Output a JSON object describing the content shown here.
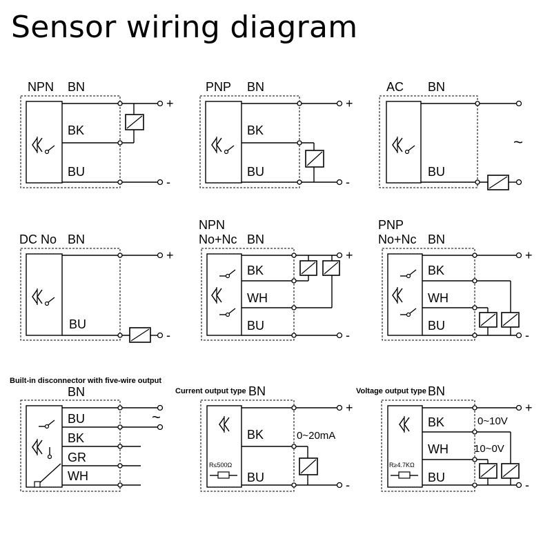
{
  "title": "Sensor wiring diagram",
  "diagrams": {
    "npn": {
      "type": "NPN",
      "wires": [
        "BN",
        "BK",
        "BU"
      ],
      "terminals": [
        "+",
        "-"
      ]
    },
    "pnp": {
      "type": "PNP",
      "wires": [
        "BN",
        "BK",
        "BU"
      ],
      "terminals": [
        "+",
        "-"
      ]
    },
    "ac": {
      "type": "AC",
      "wires": [
        "BN",
        "BU"
      ],
      "supply": "~"
    },
    "dcno": {
      "type": "DC No",
      "wires": [
        "BN",
        "BU"
      ],
      "terminals": [
        "+",
        "-"
      ]
    },
    "npn_nonc": {
      "type_line1": "NPN",
      "type_line2": "No+Nc",
      "wires": [
        "BN",
        "BK",
        "WH",
        "BU"
      ],
      "terminals": [
        "+",
        "-"
      ]
    },
    "pnp_nonc": {
      "type_line1": "PNP",
      "type_line2": "No+Nc",
      "wires": [
        "BN",
        "BK",
        "WH",
        "BU"
      ],
      "terminals": [
        "+",
        "-"
      ]
    },
    "five_wire": {
      "caption": "Built-in disconnector with five-wire output",
      "wires": [
        "BN",
        "BU",
        "BK",
        "GR",
        "WH"
      ],
      "supply": "~"
    },
    "current": {
      "caption": "Current output type",
      "wires": [
        "BN",
        "BK",
        "BU"
      ],
      "range": "0~20mA",
      "resistor": "R≤500Ω",
      "terminals": [
        "+",
        "-"
      ]
    },
    "voltage": {
      "caption": "Voltage output type",
      "wires": [
        "BN",
        "BK",
        "WH",
        "BU"
      ],
      "range1": "0~10V",
      "range2": "10~0V",
      "resistor": "R≥4.7KΩ",
      "terminals": [
        "+",
        "-"
      ]
    }
  }
}
